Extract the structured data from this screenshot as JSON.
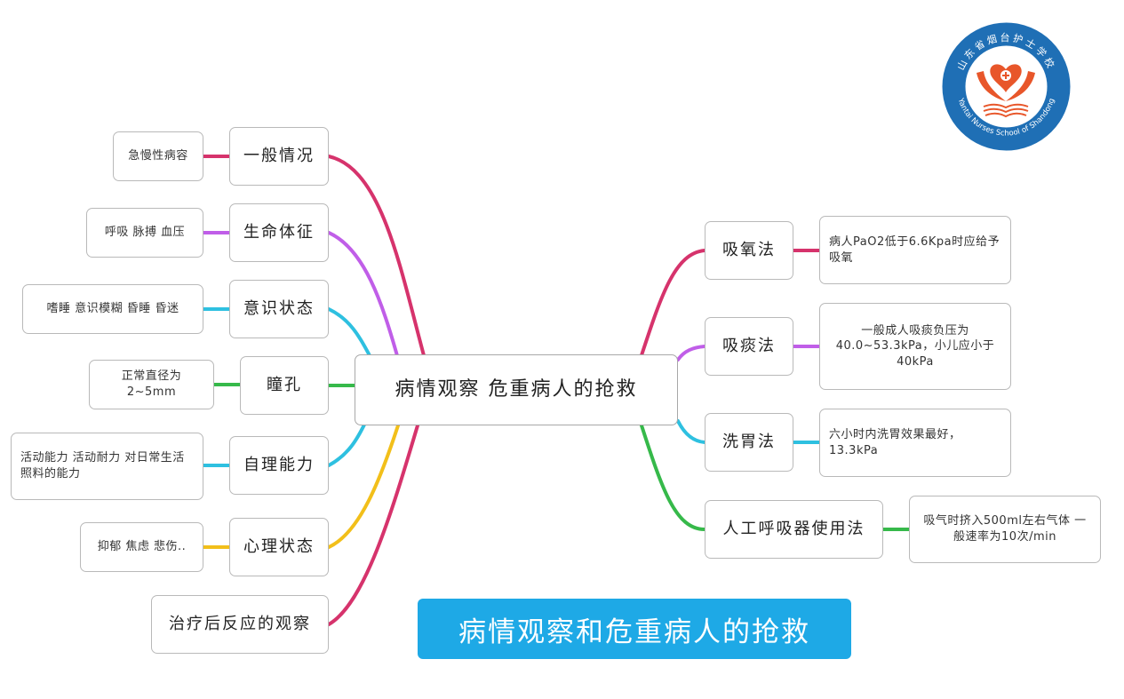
{
  "colors": {
    "pink": "#d6336c",
    "purple": "#c05ee8",
    "cyan": "#2ec0e0",
    "green": "#36b94a",
    "yellow": "#f2bf1a",
    "banner": "#1ea9e6"
  },
  "root": {
    "label": "病情观察  危重病人的抢救"
  },
  "left_branches": [
    {
      "label": "一般情况",
      "detail": "急慢性病容"
    },
    {
      "label": "生命体征",
      "detail": "呼吸 脉搏 血压"
    },
    {
      "label": "意识状态",
      "detail": "嗜睡 意识模糊 昏睡 昏迷"
    },
    {
      "label": "瞳孔",
      "detail": "正常直径为2~5mm"
    },
    {
      "label": "自理能力",
      "detail": "活动能力 活动耐力 对日常生活照料的能力"
    },
    {
      "label": "心理状态",
      "detail": "抑郁 焦虑 悲伤.."
    },
    {
      "label": "治疗后反应的观察"
    }
  ],
  "right_branches": [
    {
      "label": "吸氧法",
      "detail": "病人PaO2低于6.6Kpa时应给予吸氧"
    },
    {
      "label": "吸痰法",
      "detail": "一般成人吸痰负压为40.0~53.3kPa，小儿应小于40kPa"
    },
    {
      "label": "洗胃法",
      "detail": "六小时内洗胃效果最好，13.3kPa"
    },
    {
      "label": "人工呼吸器使用法",
      "detail": "吸气时挤入500ml左右气体 一般速率为10次/min"
    }
  ],
  "banner": {
    "title": "病情观察和危重病人的抢救"
  },
  "logo": {
    "text_cn": "山东省烟台护士学校",
    "text_en": "Yantai Nurses School of Shandong",
    "ring_color": "#1f6fb5",
    "emblem_color": "#e8562a"
  }
}
